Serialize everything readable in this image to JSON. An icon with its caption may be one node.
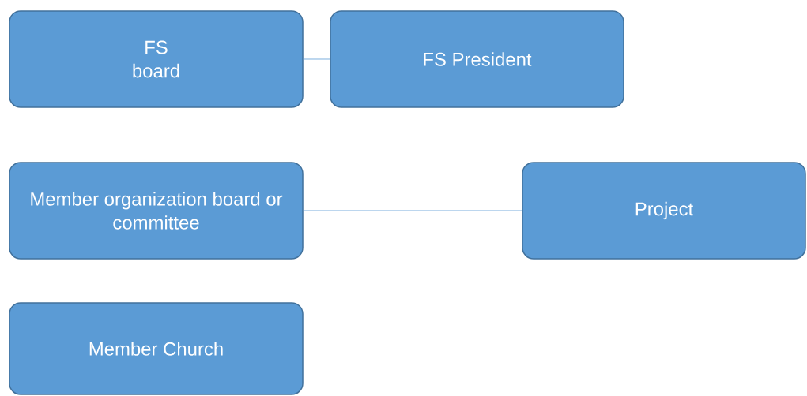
{
  "diagram": {
    "nodes": [
      {
        "text": [
          "FS board"
        ]
      },
      {
        "text": [
          "FS President"
        ]
      },
      {
        "text": [
          "Member organization board or committee"
        ]
      },
      {
        "text": [
          "Project"
        ]
      },
      {
        "text": [
          "Member Church"
        ]
      }
    ],
    "edges": [
      {
        "from": 0,
        "to": 1,
        "arrow": "none"
      },
      {
        "from": 0,
        "to": 2,
        "arrow": "none"
      },
      {
        "from": 2,
        "to": 3,
        "arrow": "none"
      },
      {
        "from": 2,
        "to": 4,
        "arrow": "none"
      }
    ]
  }
}
